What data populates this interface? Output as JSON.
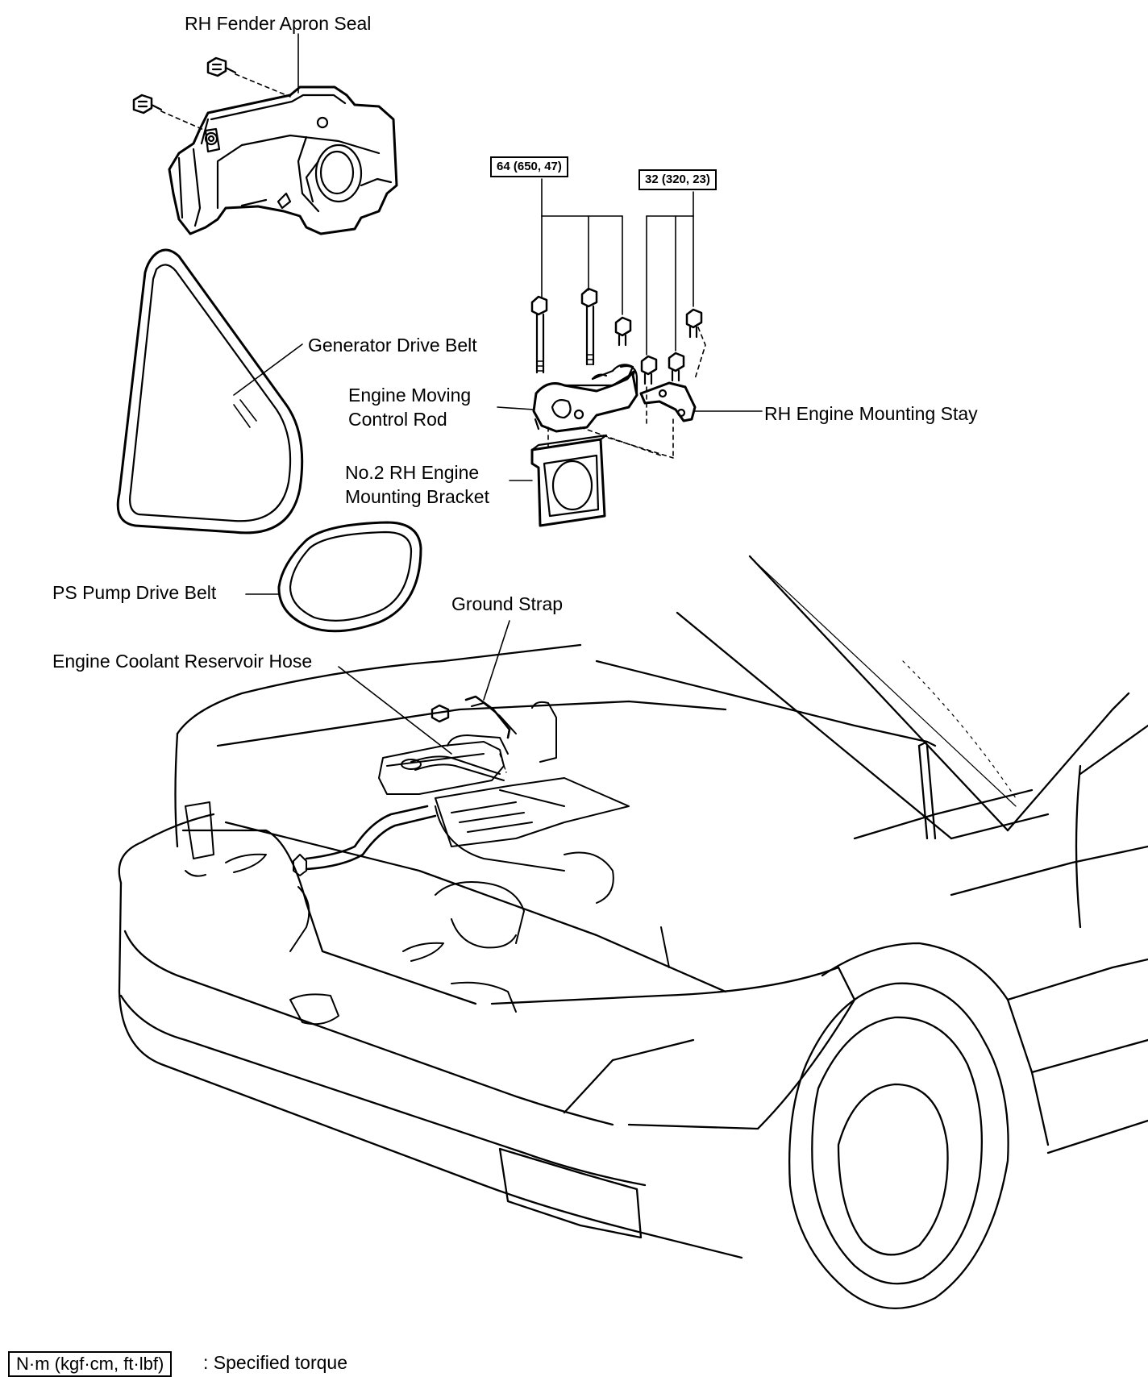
{
  "labels": {
    "fender_apron_seal": "RH Fender Apron Seal",
    "generator_drive_belt": "Generator Drive Belt",
    "engine_moving_control_rod": "Engine Moving\nControl Rod",
    "rh_engine_mounting_stay": "RH Engine Mounting Stay",
    "no2_rh_engine_mounting_bracket": "No.2 RH Engine\nMounting Bracket",
    "ps_pump_drive_belt": "PS Pump Drive Belt",
    "ground_strap": "Ground Strap",
    "engine_coolant_reservoir_hose": "Engine Coolant Reservoir Hose"
  },
  "torques": {
    "torque_64": "64 (650, 47)",
    "torque_32": "32 (320, 23)"
  },
  "legend": {
    "box_text": "N·m (kgf·cm, ft·lbf)",
    "description": ": Specified torque"
  }
}
